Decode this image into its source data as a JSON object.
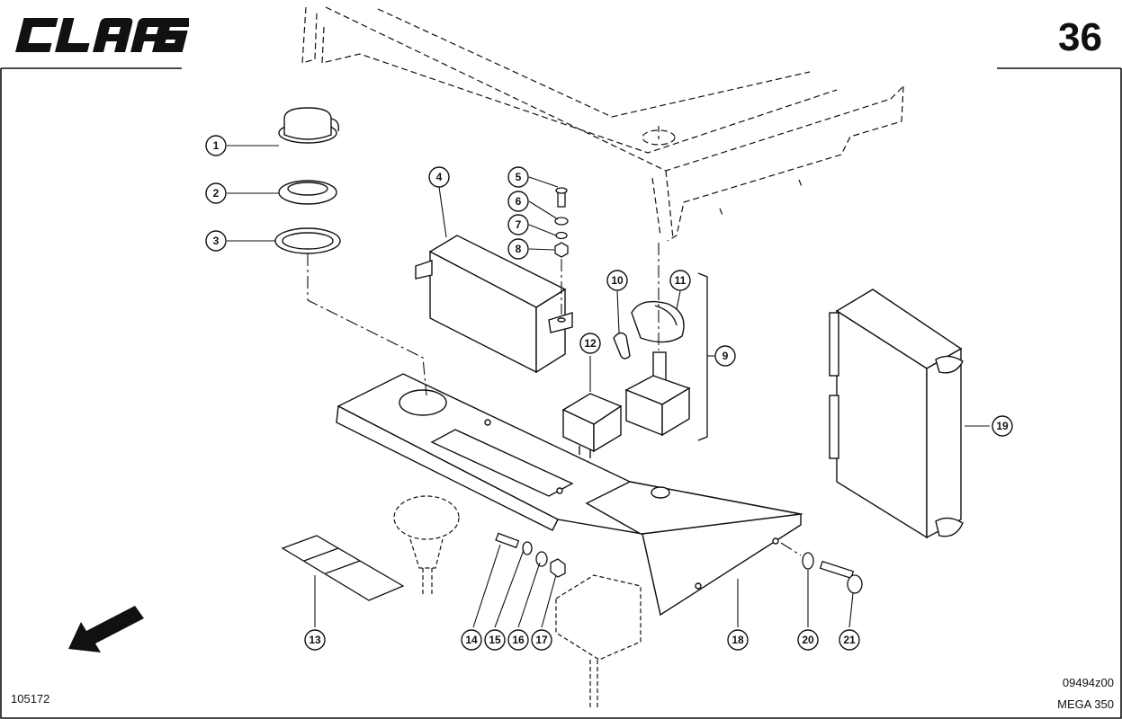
{
  "header": {
    "brand": "CLAAS",
    "page_number": "36"
  },
  "footer": {
    "doc_number": "105172",
    "ref_code": "09494z00",
    "model": "MEGA 350"
  },
  "callouts": [
    "1",
    "2",
    "3",
    "4",
    "5",
    "6",
    "7",
    "8",
    "9",
    "10",
    "11",
    "12",
    "13",
    "14",
    "15",
    "16",
    "17",
    "18",
    "19",
    "20",
    "21"
  ]
}
